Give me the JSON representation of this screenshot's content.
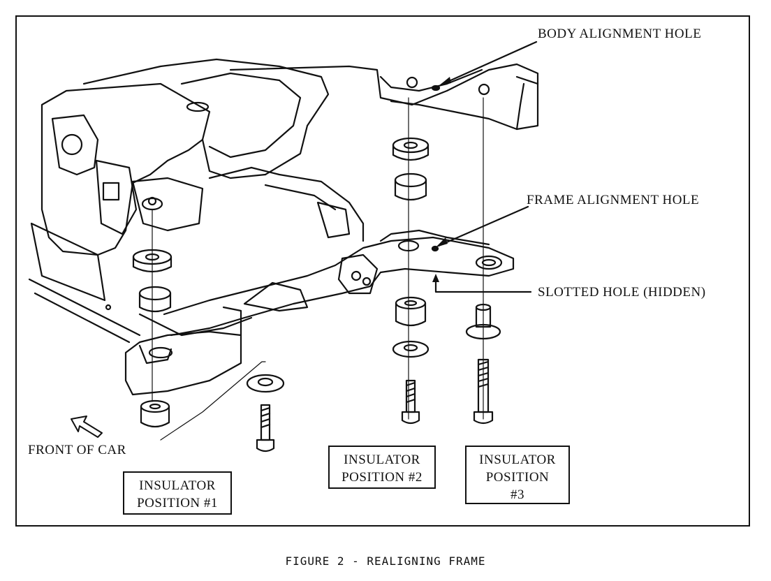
{
  "labels": {
    "body_alignment_hole": "BODY ALIGNMENT HOLE",
    "frame_alignment_hole": "FRAME ALIGNMENT HOLE",
    "slotted_hole": "SLOTTED HOLE (HIDDEN)",
    "front_of_car": "FRONT OF CAR"
  },
  "insulators": [
    {
      "line1": "INSULATOR",
      "line2": "POSITION #1",
      "line3": ""
    },
    {
      "line1": "INSULATOR",
      "line2": "POSITION #2",
      "line3": ""
    },
    {
      "line1": "INSULATOR",
      "line2": "POSITION",
      "line3": "#3"
    }
  ],
  "caption": "FIGURE 2 - REALIGNING FRAME"
}
